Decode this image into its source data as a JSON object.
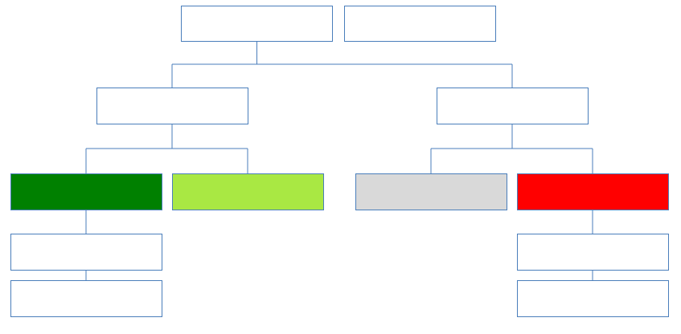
{
  "colors": {
    "box_border": "#4a7ebb",
    "connector": "#4a7ebb",
    "box_fill_default": "#ffffff",
    "dark_green": "#008000",
    "light_green": "#a9e843",
    "light_gray": "#d9d9d9",
    "red": "#ff0000"
  },
  "boxes": [
    {
      "id": "root-left",
      "label": "",
      "fill": "#ffffff"
    },
    {
      "id": "root-right",
      "label": "",
      "fill": "#ffffff"
    },
    {
      "id": "level2-left",
      "label": "",
      "fill": "#ffffff"
    },
    {
      "id": "level2-right",
      "label": "",
      "fill": "#ffffff"
    },
    {
      "id": "leaf-dark-green",
      "label": "",
      "fill": "#008000"
    },
    {
      "id": "leaf-light-green",
      "label": "",
      "fill": "#a9e843"
    },
    {
      "id": "leaf-gray",
      "label": "",
      "fill": "#d9d9d9"
    },
    {
      "id": "leaf-red",
      "label": "",
      "fill": "#ff0000"
    },
    {
      "id": "sub-left-1",
      "label": "",
      "fill": "#ffffff"
    },
    {
      "id": "sub-left-2",
      "label": "",
      "fill": "#ffffff"
    },
    {
      "id": "sub-right-1",
      "label": "",
      "fill": "#ffffff"
    },
    {
      "id": "sub-right-2",
      "label": "",
      "fill": "#ffffff"
    }
  ],
  "edges": [
    {
      "from": "root-left",
      "to": "level2-left"
    },
    {
      "from": "root-left",
      "to": "level2-right"
    },
    {
      "from": "level2-left",
      "to": "leaf-dark-green"
    },
    {
      "from": "level2-left",
      "to": "leaf-light-green"
    },
    {
      "from": "level2-right",
      "to": "leaf-gray"
    },
    {
      "from": "level2-right",
      "to": "leaf-red"
    },
    {
      "from": "leaf-dark-green",
      "to": "sub-left-1"
    },
    {
      "from": "sub-left-1",
      "to": "sub-left-2"
    },
    {
      "from": "leaf-red",
      "to": "sub-right-1"
    },
    {
      "from": "sub-right-1",
      "to": "sub-right-2"
    }
  ],
  "corner_text": {
    "left": "",
    "mid": "",
    "right": ""
  }
}
